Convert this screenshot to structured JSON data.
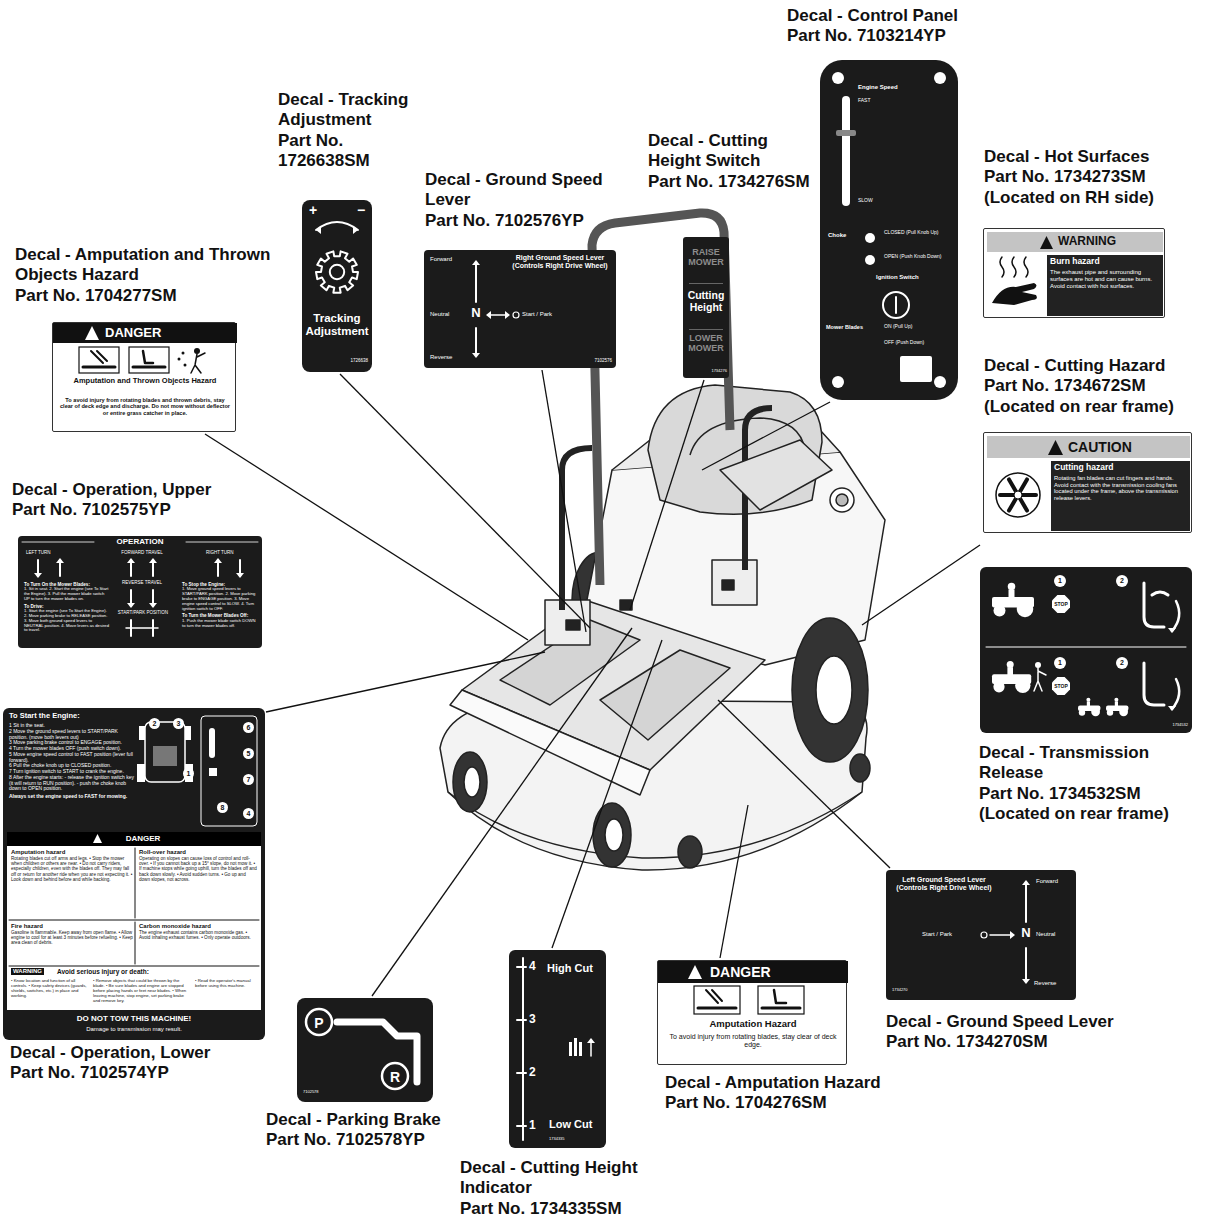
{
  "diagram": {
    "nodes": [
      {
        "text": [
          "Decal - Control Panel",
          "Part No. 7103214YP",
          "Engine Speed",
          "FAST",
          "SLOW",
          "Choke",
          "CLOSED (Pull Knob Up)",
          "OPEN (Push Knob Down)",
          "Ignition Switch",
          "Mower Blades",
          "ON (Pull Up)",
          "OFF (Push Down)"
        ]
      },
      {
        "text": [
          "Decal - Tracking Adjustment",
          "Part No. 1726638SM",
          "+",
          "−",
          "Tracking Adjustment",
          "1726638"
        ]
      },
      {
        "text": [
          "Decal - Hot Surfaces",
          "Part No. 1734273SM",
          "(Located on RH side)",
          "WARNING",
          "Burn hazard",
          "The exhaust pipe and surrounding surfaces are hot and can cause burns. Avoid contact with hot surfaces."
        ]
      },
      {
        "text": [
          "Decal - Ground Speed Lever",
          "Part No. 7102576YP",
          "Forward",
          "Right Ground Speed Lever (Controls Right Drive Wheel)",
          "Neutral",
          "N",
          "Start / Park",
          "Reverse",
          "7102576"
        ]
      },
      {
        "text": [
          "Decal - Cutting Height Switch",
          "Part No. 1734276SM",
          "RAISE MOWER",
          "Cutting Height",
          "LOWER MOWER",
          "1734276"
        ]
      },
      {
        "text": [
          "Decal - Amputation and Thrown Objects Hazard",
          "Part No. 1704277SM",
          "DANGER",
          "Amputation and Thrown Objects Hazard",
          "To avoid injury from rotating blades and thrown debris, stay clear of deck edge and discharge. Do not mow without deflector or entire grass catcher in place."
        ]
      },
      {
        "text": [
          "Decal - Cutting Hazard",
          "Part No. 1734672SM",
          "(Located on rear frame)",
          "CAUTION",
          "Cutting hazard",
          "Rotating fan blades can cut fingers and hands. Avoid contact with the transmission cooling fans located under the frame, above the transmission release levers."
        ]
      },
      {
        "text": [
          "Decal - Operation, Upper",
          "Part No. 7102575YP",
          "OPERATION",
          "LEFT TURN",
          "FORWARD TRAVEL",
          "RIGHT TURN",
          "REVERSE TRAVEL",
          "START/PARK POSITION",
          "To Turn On the Mower Blades:",
          "1. Sit in seat. 2. Start the engine (see To Start the Engine). 3. Pull the mower blade switch UP to turn the mower blades on.",
          "To Drive:",
          "1. Start the engine (see To Start the Engine). 2. Move parking brake to RELEASE position. 3. Move both ground speed levers to NEUTRAL position. 4. Move levers as desired to travel.",
          "To Stop the Engine:",
          "1. Move ground speed levers to START/PARK position. 2. Move parking brake to ENGAGE position. 3. Move engine speed control to SLOW. 4. Turn ignition switch to OFF.",
          "To Turn the Mower Blades Off:",
          "1. Push the mower blade switch DOWN to turn the mower blades off."
        ]
      },
      {
        "text": [
          "Decal - Transmission Release",
          "Part No. 1734532SM",
          "(Located on rear frame)",
          "1",
          "STOP",
          "2",
          "1",
          "STOP",
          "2",
          "1734532"
        ]
      },
      {
        "text": [
          "Decal - Operation, Lower",
          "Part No. 7102574YP",
          "To Start the Engine:",
          "1 Sit in the seat.",
          "2 Move the ground speed levers to START/PARK position. (move both levers out)",
          "3 Move parking brake control to ENGAGE position.",
          "4 Turn the mower blades OFF (push switch down).",
          "5 Move engine speed control to FAST position (lever full forward).",
          "6 Pull the choke knob up to CLOSED position.",
          "7 Turn ignition switch to START to crank the engine.",
          "8 After the engine starts: - release the ignition switch key (it will return to RUN position). - push the choke knob down to OPEN position.",
          "Always set the engine speed to FAST for mowing.",
          "2",
          "3",
          "6",
          "5",
          "7",
          "8",
          "4",
          "1",
          "DANGER",
          "Amputation hazard",
          "Rotating blades cut off arms and legs. • Stop the mower when children or others are near. • Do not carry riders, especially children, even with the blades off. They may fall off or return for another ride when you are not expecting it. • Look down and behind before and while backing.",
          "Roll-over hazard",
          "Operating on slopes can cause loss of control and roll-over. • If you cannot back up a 15° slope, do not mow it. • If machine stops while going uphill, turn the blades off and back down slowly. • Avoid sudden turns. • Go up and down slopes, not across.",
          "Fire hazard",
          "Gasoline is flammable. Keep away from open flame. • Allow engine to cool for at least 3 minutes before refueling. • Keep area clean of debris.",
          "Carbon monoxide hazard",
          "The engine exhaust contains carbon monoxide gas. • Avoid inhaling exhaust fumes. • Only operate outdoors.",
          "WARNING",
          "Avoid serious injury or death:",
          "• Know location and function of all controls. • Keep safety devices (guards, shields, switches, etc.) in place and working.",
          "• Remove objects that could be thrown by the blade. • Be sure blades and engine are stopped before placing hands or feet near blades. • When leaving machine, stop engine, set parking brake and remove key.",
          "• Read the operator's manual before using this machine.",
          "DO NOT TOW THIS MACHINE!",
          "Damage to transmission may result."
        ]
      },
      {
        "text": [
          "Decal - Ground Speed Lever",
          "Part No. 1734270SM",
          "Left Ground Speed Lever (Controls Right Drive Wheel)",
          "Forward",
          "Start / Park",
          "N",
          "Neutral",
          "Reverse",
          "1734270"
        ]
      },
      {
        "text": [
          "Decal - Amputation Hazard",
          "Part No. 1704276SM",
          "DANGER",
          "Amputation Hazard",
          "To avoid injury from rotating blades, stay clear of deck edge."
        ]
      },
      {
        "text": [
          "Decal - Parking Brake",
          "Part No. 7102578YP",
          "P",
          "R",
          "7102578"
        ]
      },
      {
        "text": [
          "Decal - Cutting Height Indicator",
          "Part No. 1734335SM",
          "4",
          "High Cut",
          "3",
          "2",
          "1",
          "Low Cut",
          "1734335"
        ]
      }
    ]
  }
}
